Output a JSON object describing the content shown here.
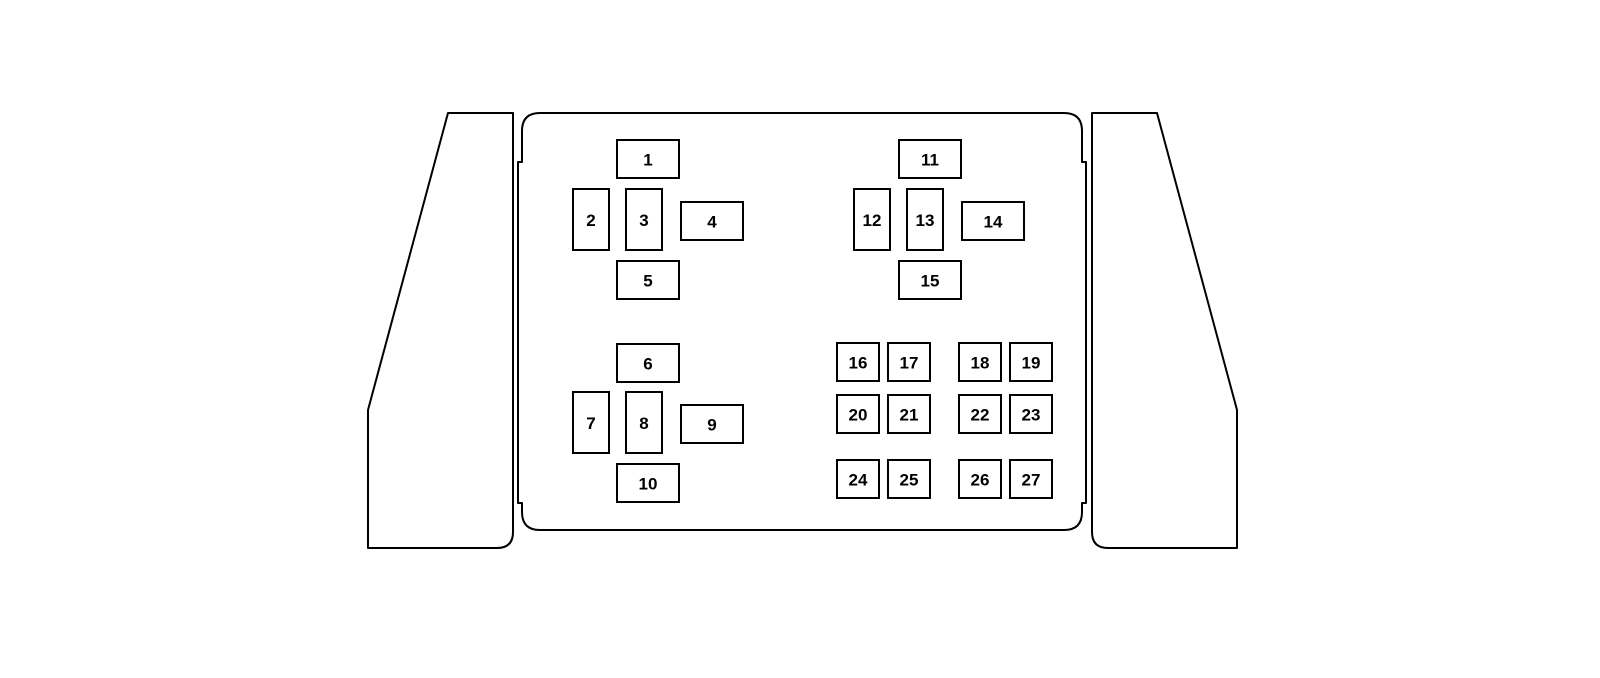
{
  "fuse_labels": [
    "1",
    "2",
    "3",
    "4",
    "5",
    "6",
    "7",
    "8",
    "9",
    "10",
    "11",
    "12",
    "13",
    "14",
    "15",
    "16",
    "17",
    "18",
    "19",
    "20",
    "21",
    "22",
    "23",
    "24",
    "25",
    "26",
    "27"
  ],
  "colors": {
    "line": "#000000",
    "fill": "#ffffff"
  }
}
